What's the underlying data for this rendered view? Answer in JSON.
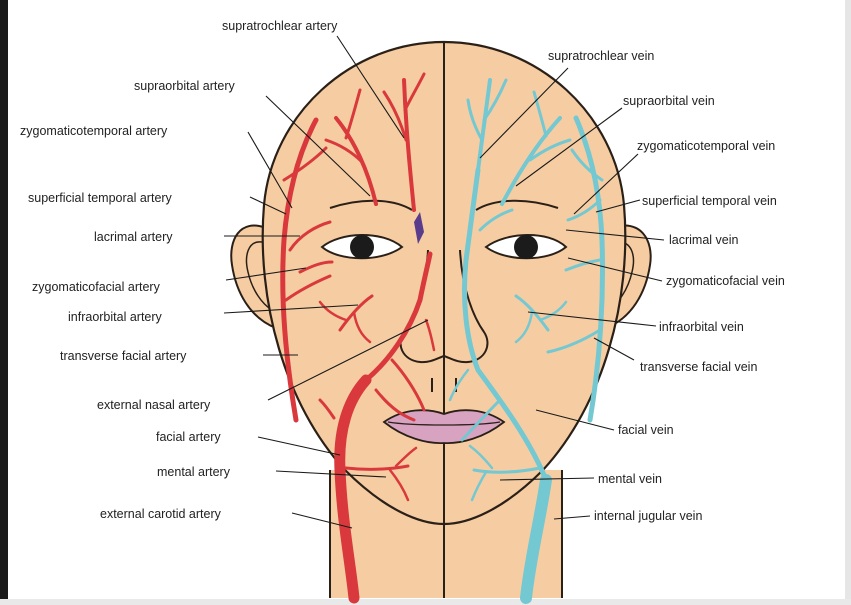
{
  "colors": {
    "background": "#ffffff",
    "skin": "#f6cda2",
    "outline": "#2a2018",
    "artery": "#d9393c",
    "vein": "#73c8d2",
    "lips": "#d7a3c1",
    "eye": "#1b1b1b"
  },
  "artery_labels": {
    "supratrochlear_artery": "supratrochlear artery",
    "supraorbital_artery": "supraorbital artery",
    "zygomaticotemporal_artery": "zygomaticotemporal artery",
    "superficial_temporal_artery": "superficial temporal artery",
    "lacrimal_artery": "lacrimal artery",
    "zygomaticofacial_artery": "zygomaticofacial artery",
    "infraorbital_artery": "infraorbital artery",
    "transverse_facial_artery": "transverse facial artery",
    "external_nasal_artery": "external nasal artery",
    "facial_artery": "facial artery",
    "mental_artery": "mental artery",
    "external_carotid_artery": "external carotid artery"
  },
  "vein_labels": {
    "supratrochlear_vein": "supratrochlear vein",
    "supraorbital_vein": "supraorbital vein",
    "zygomaticotemporal_vein": "zygomaticotemporal vein",
    "superficial_temporal_vein": "superficial temporal vein",
    "lacrimal_vein": "lacrimal vein",
    "zygomaticofacial_vein": "zygomaticofacial vein",
    "infraorbital_vein": "infraorbital vein",
    "transverse_facial_vein": "transverse facial vein",
    "facial_vein": "facial vein",
    "mental_vein": "mental vein",
    "internal_jugular_vein": "internal jugular vein"
  }
}
